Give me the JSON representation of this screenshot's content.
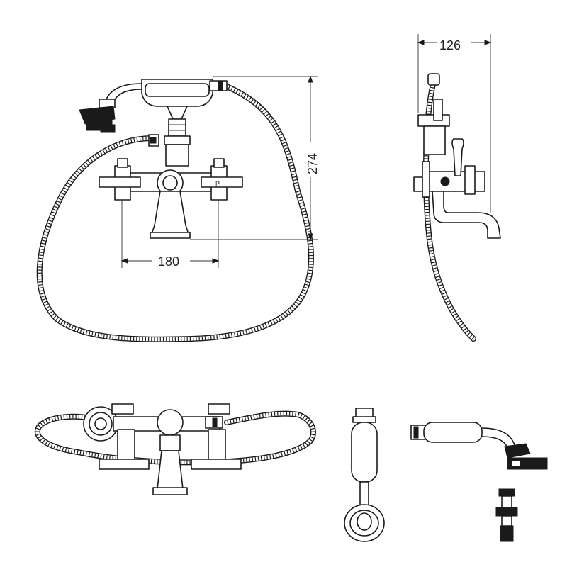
{
  "dimensions": {
    "width_label": "180",
    "height_label": "274",
    "depth_label": "126"
  },
  "colors": {
    "line": "#1a1a1a",
    "background": "#ffffff"
  }
}
